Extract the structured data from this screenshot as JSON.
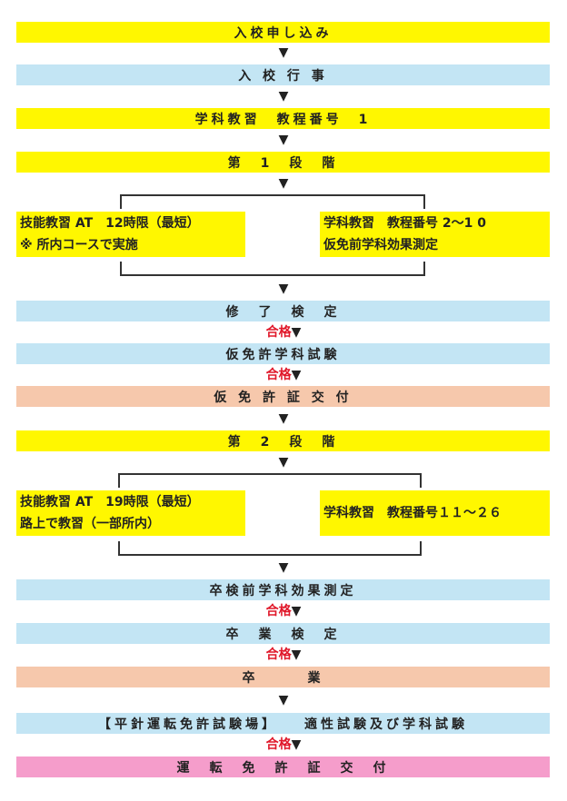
{
  "steps": {
    "s1": "入校申し込み",
    "s2": "入 校 行 事",
    "s3": "学科教習　教程番号　1",
    "s4": "第　1　段　階",
    "s5": "修　了　検　定",
    "s6": "仮免許学科試験",
    "s7": "仮 免 許 証 交 付",
    "s8": "第　2　段　階",
    "s9": "卒検前学科効果測定",
    "s10": "卒　業　検　定",
    "s11": "卒　　　業",
    "s12": "【平針運転免許試験場】　　適性試験及び学科試験",
    "s13": "運　転　免　許　証　交　付"
  },
  "stage1": {
    "left": [
      "技能教習 AT　12時限（最短）",
      "※ 所内コースで実施"
    ],
    "right": [
      "学科教習　教程番号 2～1 0",
      "仮免前学科効果測定"
    ]
  },
  "stage2": {
    "left": [
      "技能教習 AT　19時限（最短）",
      "路上で教習（一部所内）"
    ],
    "right": [
      "学科教習　教程番号１１～２６"
    ]
  },
  "pass_label": "合格",
  "arrow_glyph": "▼",
  "colors": {
    "yellow": "#fff700",
    "blue": "#c3e5f4",
    "salmon": "#f6c8ac",
    "pink": "#f59dcb",
    "pass": "#e0182a"
  }
}
